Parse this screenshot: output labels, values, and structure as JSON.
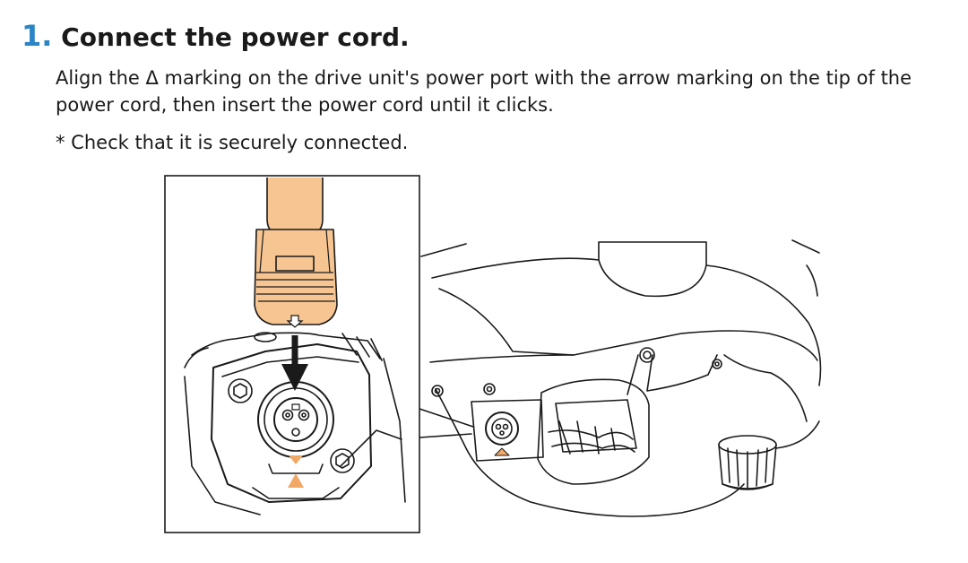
{
  "step": {
    "number": "1.",
    "title": "Connect the power cord."
  },
  "instruction": "Align the Δ marking on the drive unit's power port with the arrow marking on the tip of the power cord, then insert the power cord until it clicks.",
  "note": "* Check that it is securely connected.",
  "colors": {
    "accent": "#2a84c6",
    "cord": "#f6c592",
    "marker": "#f0a864",
    "line": "#1a1a1a"
  },
  "icons": {
    "cord_tip_marker": "down-arrow-icon",
    "port_marker": "triangle-marker-icon"
  }
}
